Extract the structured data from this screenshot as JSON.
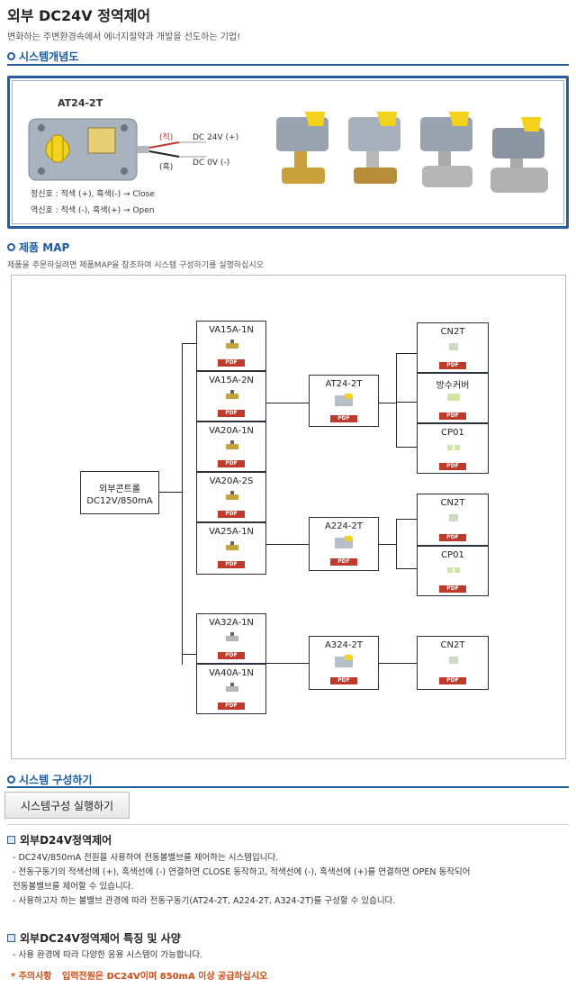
{
  "page": {
    "title": "외부 DC24V 정역제어",
    "subtitle": "변화하는 주변환경속에서 에너지절약과 개발을 선도하는 기업!"
  },
  "sections": {
    "concept": "시스템개념도",
    "map": "제품 MAP",
    "map_desc": "제품을 주문하실려면 제품MAP을 참조하여 시스템 구성하기를 실행하십시오",
    "build": "시스템 구성하기"
  },
  "concept": {
    "model": "AT24-2T",
    "wire_red": "(적)",
    "wire_black": "(흑)",
    "dc_plus": "DC 24V (+)",
    "dc_minus": "DC 0V  (-)",
    "forward": "정신호 : 적색 (+), 흑색(-)  → Close",
    "reverse": "역신호 : 적색 (-), 흑색(+)  → Open"
  },
  "map": {
    "controller": [
      "외부콘트롤",
      "DC12V/850mA"
    ],
    "valves_group1": [
      "VA15A-1N",
      "VA15A-2N",
      "VA20A-1N",
      "VA20A-2S",
      "VA25A-1N"
    ],
    "valves_group2": [
      "VA32A-1N",
      "VA40A-1N"
    ],
    "actuators": [
      "AT24-2T",
      "A224-2T",
      "A324-2T"
    ],
    "acc_at24": [
      "CN2T",
      "방수커버",
      "CP01"
    ],
    "acc_a224": [
      "CN2T",
      "CP01"
    ],
    "acc_a324": [
      "CN2T"
    ],
    "pdf_label": "PDF"
  },
  "build_button": "시스템구성 실행하기",
  "info1": {
    "heading": "외부D24V정역제어",
    "lines": [
      "- DC24V/850mA 전원을 사용하여 전동볼밸브를 제어하는 시스템입니다.",
      "- 전동구동기의 적색선에 (+), 흑색선에 (-) 연결하면 CLOSE 동작하고, 적색선에 (-), 흑색선에 (+)를 연결하면 OPEN 동작되어",
      "   전동볼밸브를 제어할 수 있습니다.",
      "- 사용하고자 하는 볼밸브 관경에 따라 전동구동기(AT24-2T, A224-2T, A324-2T)를 구성할 수 있습니다."
    ]
  },
  "info2": {
    "heading": "외부DC24V정역제어 특징 및 사양",
    "lines": [
      "- 사용 환경에 따라 다양한 응용 시스템이 가능합니다."
    ],
    "warning_label": "* 주의사항",
    "warning_text": "입력전원은 DC24V이며 850mA 이상 공급하십시오"
  },
  "colors": {
    "accent": "#1e5aa6",
    "pdf": "#c0392b",
    "warn": "#d9480f",
    "actuator_yellow": "#f3d21c"
  }
}
